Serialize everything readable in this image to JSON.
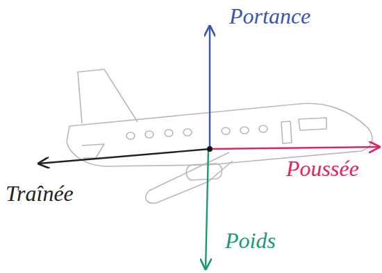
{
  "diagram": {
    "labels": [
      "Portance",
      "Poussée",
      "Poids",
      "Traînée"
    ]
  }
}
